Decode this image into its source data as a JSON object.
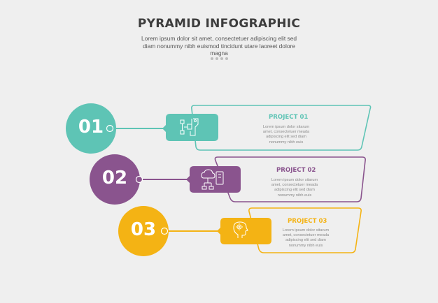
{
  "header": {
    "title": "PYRAMID INFOGRAPHIC",
    "subtitle": "Lorem ipsum dolor sit amet, consectetuer adipiscing elit sed diam nonummy nibh euismod tincidunt utare laoreet dolore magna"
  },
  "steps": [
    {
      "number": "01",
      "title": "PROJECT 01",
      "description": "Lorem ipsum dolor sitarum amet, consectetuer meada adipiscing elit sed diam nonummy nibh euis",
      "color": "#5ec4b5",
      "icon": "flowchart-hand-icon"
    },
    {
      "number": "02",
      "title": "PROJECT 02",
      "description": "Lorem ipsum dolor sitarum amet, consectetuer meada adipiscing elit sed diam nonummy nibh euis",
      "color": "#8a548e",
      "icon": "cloud-network-icon"
    },
    {
      "number": "03",
      "title": "PROJECT 03",
      "description": "Lorem ipsum dolor sitarum amet, consectetuer meada adipiscing elit sed diam nonummy nibh euis",
      "color": "#f4b314",
      "icon": "head-gear-icon"
    }
  ]
}
